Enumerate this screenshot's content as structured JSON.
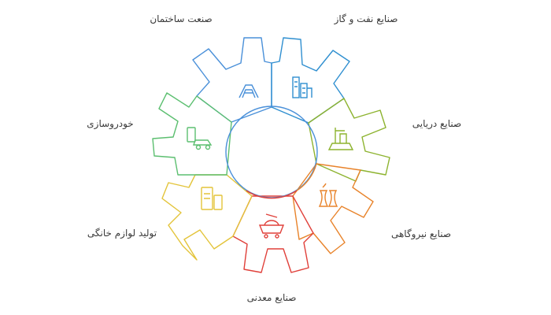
{
  "industries": [
    {
      "label": "صنعت ساختمان",
      "color": "#4a90d9",
      "icon": "tower-icon"
    },
    {
      "label": "صنایع نفت و گاز",
      "color": "#2f8fd0",
      "icon": "refinery-icon"
    },
    {
      "label": "صنایع دریایی",
      "color": "#8db32f",
      "icon": "ship-icon"
    },
    {
      "label": "صنایع نیروگاهی",
      "color": "#e8832a",
      "icon": "cooling-tower-icon"
    },
    {
      "label": "صنایع معدنی",
      "color": "#e0403a",
      "icon": "mining-cart-icon"
    },
    {
      "label": "تولید لوازم خانگی",
      "color": "#e3c43a",
      "icon": "appliance-icon"
    },
    {
      "label": "خودروسازی",
      "color": "#5cbf70",
      "icon": "vehicle-icon"
    }
  ]
}
